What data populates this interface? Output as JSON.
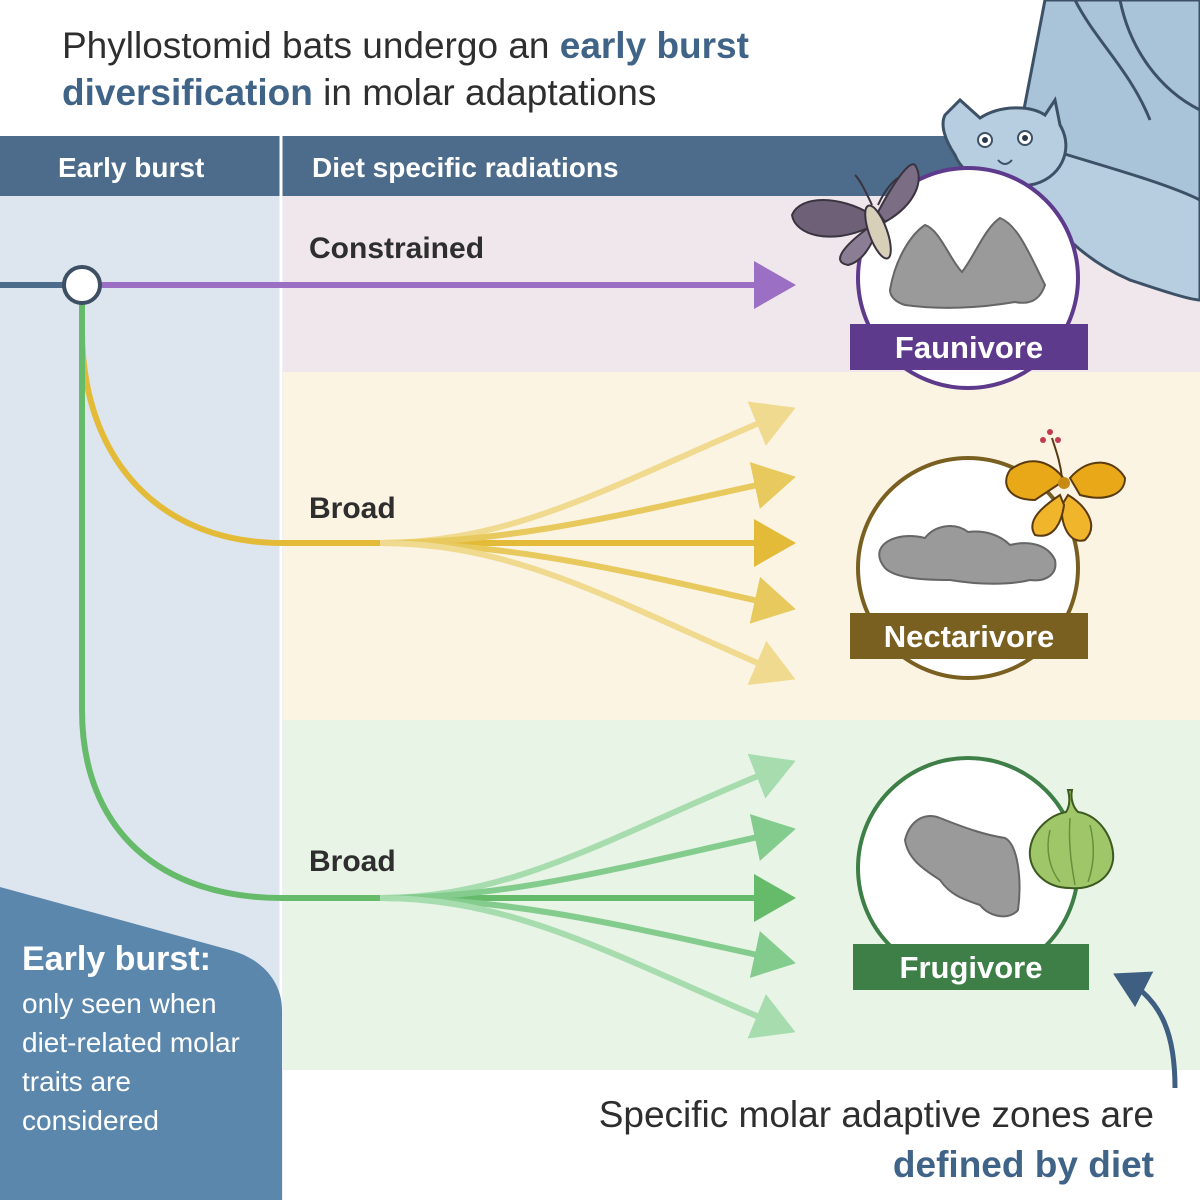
{
  "title": {
    "part1": "Phyllostomid bats undergo an ",
    "highlight1": "early burst diversification",
    "part2": " in molar adaptations"
  },
  "columns": {
    "left_header": "Early burst",
    "right_header": "Diet specific radiations"
  },
  "rows": [
    {
      "label": "Constrained",
      "diet": "Faunivore",
      "line_color": "#9b6fc3",
      "tag_color": "#5e3a8c",
      "bg": "#efe7ec"
    },
    {
      "label": "Broad",
      "diet": "Nectarivore",
      "line_color": "#e3bb38",
      "tag_color": "#7a6020",
      "bg": "#fcf4e3"
    },
    {
      "label": "Broad",
      "diet": "Frugivore",
      "line_color": "#66bb6a",
      "tag_color": "#3d7f47",
      "bg": "#e8f4e6"
    }
  ],
  "callout": {
    "title": "Early burst:",
    "body": "only seen when diet-related molar traits are considered"
  },
  "bottom_note": {
    "part1": "Specific molar adaptive zones are ",
    "highlight": "defined by diet"
  },
  "colors": {
    "header_bar": "#4d6b8a",
    "left_panel": "#dde6ee",
    "callout_bg": "#5b87ad",
    "accent_text": "#3f6487"
  },
  "icons": [
    "moth-icon",
    "hibiscus-flower-icon",
    "fig-fruit-icon",
    "bat-illustration",
    "molar-tooth-icon"
  ]
}
